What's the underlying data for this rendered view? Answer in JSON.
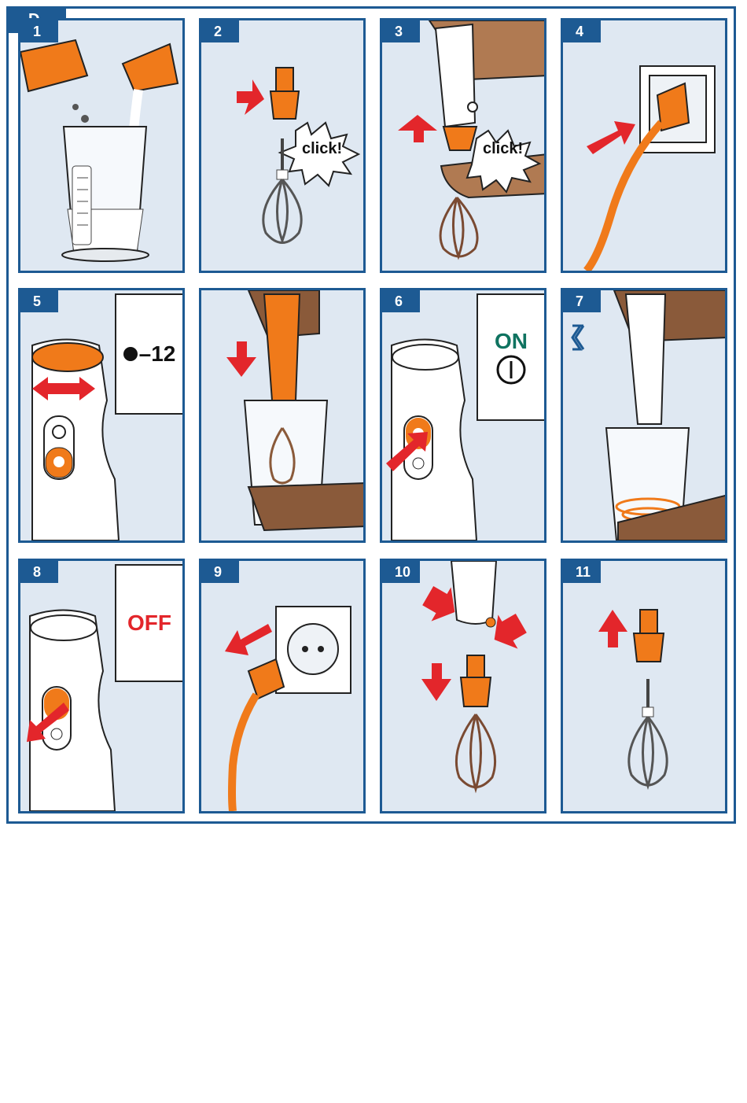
{
  "section": {
    "label": "D"
  },
  "panels": [
    {
      "number": "1"
    },
    {
      "number": "2",
      "sound": "click!"
    },
    {
      "number": "3",
      "sound": "click!"
    },
    {
      "number": "4"
    },
    {
      "number": "5",
      "speed": "–12"
    },
    {
      "number": ""
    },
    {
      "number": "6",
      "state": "ON"
    },
    {
      "number": "7"
    },
    {
      "number": "8",
      "state": "OFF"
    },
    {
      "number": "9"
    },
    {
      "number": "10"
    },
    {
      "number": "11"
    }
  ],
  "colors": {
    "frame": "#1d5a93",
    "panel_bg": "#dfe8f2",
    "accent": "#f07a1a",
    "arrow": "#e3262b",
    "on": "#0f7360"
  },
  "icons": [
    "measuring-beaker",
    "whisk",
    "hand-blender",
    "power-socket",
    "power-plug",
    "speed-dial",
    "hourglass",
    "red-arrow"
  ]
}
